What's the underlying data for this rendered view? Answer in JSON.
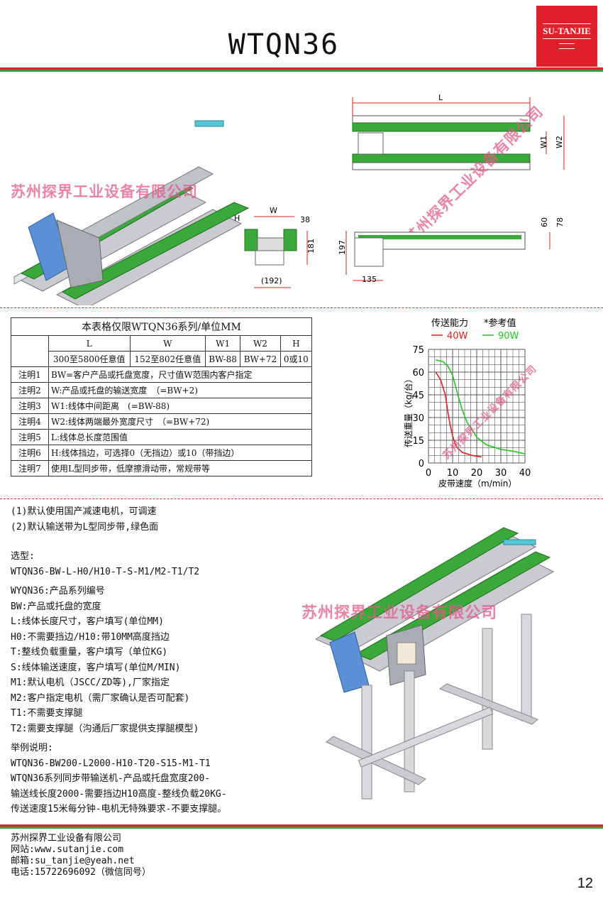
{
  "header": {
    "title": "WTQN36",
    "logo_text": "SU-TANJIE"
  },
  "watermark": "苏州探界工业设备有限公司",
  "drawing": {
    "dim_L": "L",
    "dim_W1": "W1",
    "dim_W2": "W2",
    "dim_W": "W",
    "dim_H": "H",
    "dim_38": "38",
    "dim_181": "181",
    "dim_192": "(192)",
    "dim_197": "197",
    "dim_135": "135",
    "dim_60": "60",
    "dim_78": "78"
  },
  "table": {
    "caption": "本表格仅限WTQN36系列/单位MM",
    "headers": [
      "L",
      "W",
      "W1",
      "W2",
      "H"
    ],
    "ranges": [
      "300至5800任意值",
      "152至802任意值",
      "BW-88",
      "BW+72",
      "0或10"
    ],
    "notes": [
      {
        "label": "注明1",
        "text": "BW=客户产品或托盘宽度，尺寸值W范围内客户指定"
      },
      {
        "label": "注明2",
        "text": "W:产品或托盘的输送宽度　（=BW+2)"
      },
      {
        "label": "注明3",
        "text": "W1:线体中间距离　(=BW-88)"
      },
      {
        "label": "注明4",
        "text": "W2:线体两端最外宽度尺寸　（=BW+72)"
      },
      {
        "label": "注明5",
        "text": "L:线体总长度范围值"
      },
      {
        "label": "注明6",
        "text": "H:线体挡边，可选择0（无挡边）或10（带挡边）"
      },
      {
        "label": "注明7",
        "text": "使用L型同步带，低摩擦滑动带，常规带等"
      }
    ]
  },
  "chart_data": {
    "type": "line",
    "title": "传送能力",
    "note": "*参考值",
    "xlabel": "皮带速度（m/min）",
    "ylabel": "传送重量（kg/台）",
    "xlim": [
      0,
      40
    ],
    "ylim": [
      0,
      75
    ],
    "xticks": [
      "0",
      "10",
      "20",
      "30",
      "40"
    ],
    "yticks": [
      "0",
      "15",
      "30",
      "45",
      "60",
      "75"
    ],
    "grid": true,
    "series": [
      {
        "name": "40W",
        "color": "#e01e1e",
        "x": [
          3,
          5,
          7,
          8,
          9,
          10,
          11,
          12,
          14,
          16,
          18,
          20,
          22
        ],
        "y": [
          60,
          55,
          45,
          34,
          25,
          18,
          13,
          10,
          7,
          6,
          5,
          4.5,
          4
        ]
      },
      {
        "name": "90W",
        "color": "#1ec81e",
        "x": [
          3,
          6,
          8,
          10,
          12,
          14,
          16,
          18,
          20,
          24,
          30,
          36,
          40
        ],
        "y": [
          68,
          67,
          64,
          58,
          46,
          35,
          27,
          22,
          17,
          12,
          9,
          7.5,
          6
        ]
      }
    ]
  },
  "remarks": [
    "(1)默认使用国产减速电机，可调速",
    "(2)默认输送带为L型同步带,绿色面"
  ],
  "selection": {
    "heading": "选型:",
    "model": "WTQN36-BW-L-H0/H10-T-S-M1/M2-T1/T2",
    "items": [
      "WYQN36:产品系列编号",
      "BW:产品或托盘的宽度",
      "L:线体长度尺寸，客户填写(单位MM)",
      "H0:不需要挡边/H10:带10MM高度挡边",
      "T:整线负载重量，客户填写（单位KG)",
      "S:线体输送速度，客户填写(单位M/MIN)",
      "M1:默认电机（JSCC/ZD等),厂家指定",
      "M2:客户指定电机（需厂家确认是否可配套)",
      "T1:不需要支撑腿",
      "T2:需要支撑腿（沟通后厂家提供支撑腿模型)"
    ]
  },
  "example": {
    "heading": "举例说明:",
    "lines": [
      "WTQN36-BW200-L2000-H10-T20-S15-M1-T1",
      "WTQN36系列同步带输送机-产品或托盘宽度200-",
      "输送线长度2000-需要挡边H10高度-整线负载20KG-",
      "传送速度15米每分钟-电机无特殊要求-不要支撑腿。"
    ]
  },
  "footer": {
    "company": "苏州探界工业设备有限公司",
    "website": "网站:www.sutanjie.com",
    "email": "邮箱:su_tanjie@yeah.net",
    "phone": "电话:15722696092（微信同号）",
    "page": "12"
  },
  "colors": {
    "red": "#e0212b",
    "green": "#3c9c3c",
    "belt": "#35a832",
    "frame": "#c9cbd0"
  }
}
